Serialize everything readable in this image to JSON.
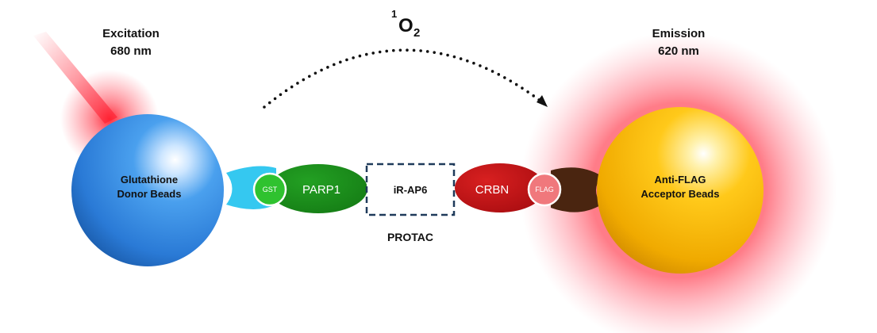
{
  "excitation": {
    "title": "Excitation",
    "wavelength": "680 nm"
  },
  "emission": {
    "title": "Emission",
    "wavelength": "620 nm"
  },
  "singlet_oxygen": {
    "superscript": "1",
    "base": "O",
    "subscript": "2"
  },
  "donor_bead": {
    "line1": "Glutathione",
    "line2": "Donor Beads"
  },
  "acceptor_bead": {
    "line1": "Anti-FLAG",
    "line2": "Acceptor Beads"
  },
  "gst_tag": "GST",
  "parp1": "PARP1",
  "degrader": "iR-AP6",
  "protac_label": "PROTAC",
  "crbn": "CRBN",
  "flag_tag": "FLAG",
  "colors": {
    "donor_bead": "#2f86dc",
    "acceptor_bead": "#f2b705",
    "gst": "#2fc22f",
    "parp1": "#1a8a1a",
    "crbn": "#c0181a",
    "flag": "#f0787c",
    "glutathione_link": "#35c8f0",
    "antibody_link": "#4a2510",
    "laser": "#ff2a3c",
    "dashed_box": "#1f3a5a"
  }
}
